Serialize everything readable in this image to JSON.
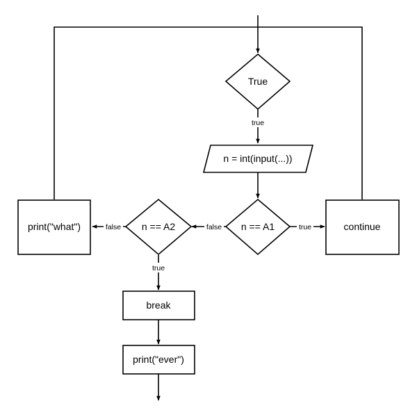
{
  "diagram": {
    "nodes": {
      "loop_condition": "True",
      "input": "n = int(input(...))",
      "check_a1": "n == A1",
      "check_a2": "n == A2",
      "continue": "continue",
      "print_what": "print(\"what\")",
      "break": "break",
      "print_ever": "print(\"ever\")"
    },
    "edge_labels": {
      "loop_true": "true",
      "a1_true": "true",
      "a1_false": "false",
      "a2_false": "false",
      "a2_true": "true"
    }
  },
  "colors": {
    "stroke": "#000000",
    "fill": "#ffffff",
    "text": "#000000"
  }
}
